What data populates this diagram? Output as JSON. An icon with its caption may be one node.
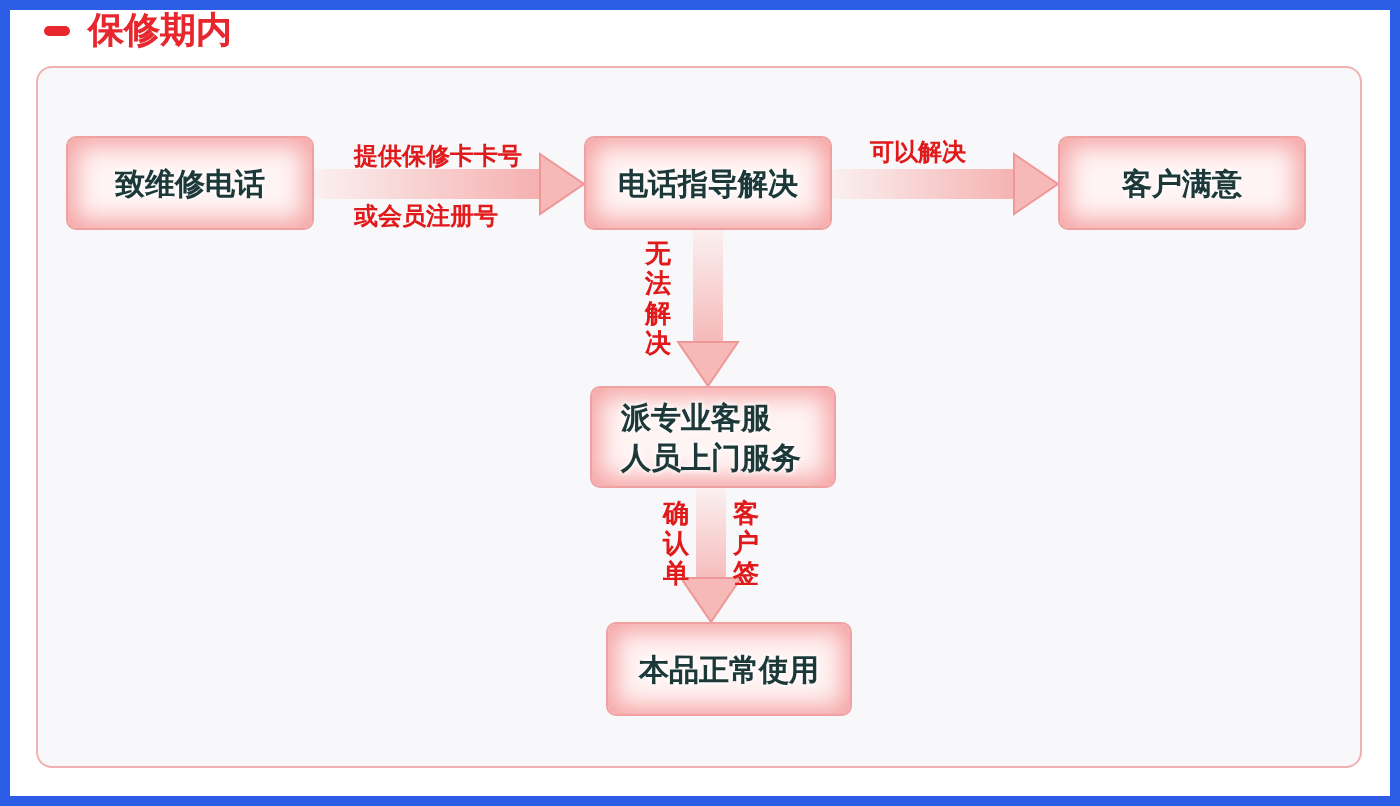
{
  "diagram": {
    "title": "保修期内",
    "nodes": [
      {
        "text": [
          "致维修电话"
        ]
      },
      {
        "text": [
          "电话指导解决"
        ]
      },
      {
        "text": [
          "客户满意"
        ]
      },
      {
        "text": [
          "派专业客服人员上门服务"
        ]
      },
      {
        "text": [
          "本品正常使用"
        ]
      }
    ],
    "edges": [
      {
        "from": 0,
        "to": 1,
        "arrow": "to",
        "label": "提供保修卡卡号或会员注册号"
      },
      {
        "from": 1,
        "to": 2,
        "arrow": "to",
        "label": "可以解决"
      },
      {
        "from": 1,
        "to": 3,
        "arrow": "to",
        "label": "无法解决"
      },
      {
        "from": 3,
        "to": 4,
        "arrow": "to",
        "label": "客户签确认单"
      }
    ]
  }
}
